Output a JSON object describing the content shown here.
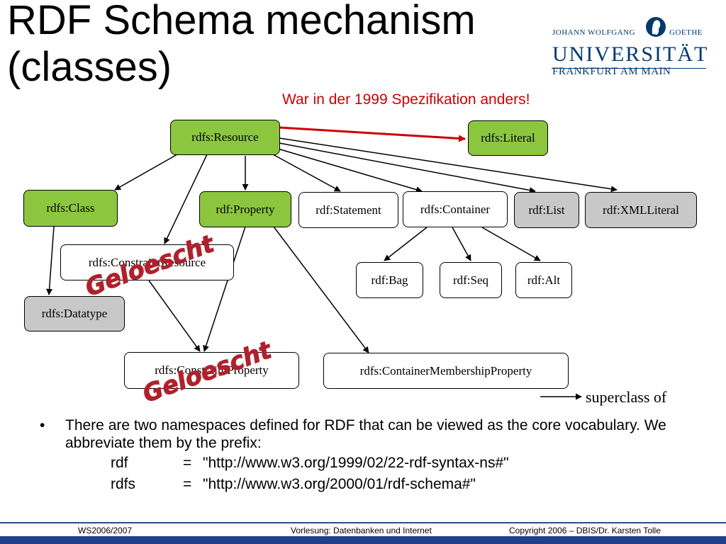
{
  "title": {
    "line1": "RDF Schema mechanism",
    "line2": "(classes)"
  },
  "logo": {
    "line_left": "JOHANN WOLFGANG",
    "line_right": "GOETHE",
    "university": "UNIVERSITÄT",
    "city": "FRANKFURT AM MAIN"
  },
  "note": "War in der 1999 Spezifikation anders!",
  "nodes": {
    "resource": "rdfs:Resource",
    "literal": "rdfs:Literal",
    "class": "rdfs:Class",
    "property": "rdf:Property",
    "statement": "rdf:Statement",
    "container": "rdfs:Container",
    "list": "rdf:List",
    "xmlliteral": "rdf:XMLLiteral",
    "constraint_resource": "rdfs:ConstraintResource",
    "bag": "rdf:Bag",
    "seq": "rdf:Seq",
    "alt": "rdf:Alt",
    "datatype": "rdfs:Datatype",
    "constraint_property": "rdfs:ConstraintProperty",
    "cmp": "rdfs:ContainerMembershipProperty"
  },
  "deleted_label": "Geloescht",
  "legend": {
    "label": "superclass of"
  },
  "bullet": {
    "marker": "•",
    "text": "There are two namespaces defined for RDF that can be viewed as the core vocabulary. We abbreviate them by the prefix:",
    "namespaces": [
      {
        "prefix": "rdf",
        "eq": "=",
        "uri": "\"http://www.w3.org/1999/02/22-rdf-syntax-ns#\""
      },
      {
        "prefix": "rdfs",
        "eq": "=",
        "uri": "\"http://www.w3.org/2000/01/rdf-schema#\""
      }
    ]
  },
  "footer": {
    "left": "WS2006/2007",
    "center": "Vorlesung: Datenbanken und Internet",
    "right": "Copyright 2006 – DBIS/Dr. Karsten Tolle"
  },
  "colors": {
    "green": "#8cc63f",
    "gray": "#c8c8c8",
    "note_red": "#cc0000",
    "deleted_red": "#b0212b",
    "footer_blue": "#1f3f8a"
  }
}
